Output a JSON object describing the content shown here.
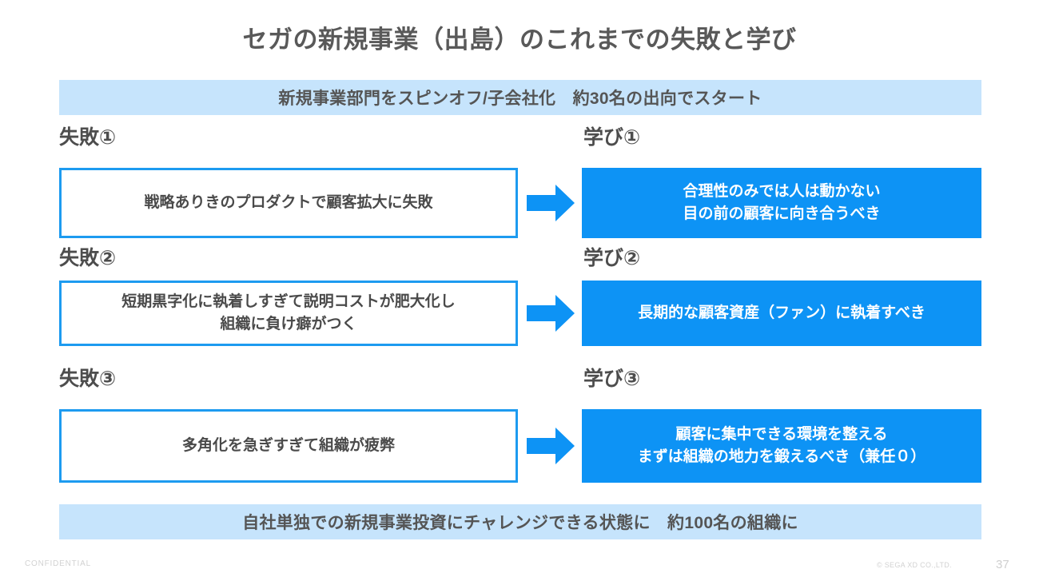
{
  "slide": {
    "title": "セガの新規事業（出島）のこれまでの失敗と学び",
    "top_banner": "新規事業部門をスピンオフ/子会社化　約30名の出向でスタート",
    "bottom_banner": "自社単独での新規事業投資にチャレンジできる状態に　約100名の組織に"
  },
  "columns": {
    "failure_heads": [
      "失敗①",
      "失敗②",
      "失敗③"
    ],
    "learning_heads": [
      "学び①",
      "学び②",
      "学び③"
    ]
  },
  "rows": [
    {
      "failure_head": "失敗①",
      "failure_text_line1": "戦略ありきのプロダクトで顧客拡大に失敗",
      "failure_text_line2": "",
      "learning_head": "学び①",
      "learning_text_line1": "合理性のみでは人は動かない",
      "learning_text_line2": "目の前の顧客に向き合うべき",
      "arrow": "right-arrow-icon"
    },
    {
      "failure_head": "失敗②",
      "failure_text_line1": "短期黒字化に執着しすぎて説明コストが肥大化し",
      "failure_text_line2": "組織に負け癖がつく",
      "learning_head": "学び②",
      "learning_text_line1": "長期的な顧客資産（ファン）に執着すべき",
      "learning_text_line2": "",
      "arrow": "right-arrow-icon"
    },
    {
      "failure_head": "失敗③",
      "failure_text_line1": "多角化を急ぎすぎて組織が疲弊",
      "failure_text_line2": "",
      "learning_head": "学び③",
      "learning_text_line1": "顧客に集中できる環境を整える",
      "learning_text_line2": "まずは組織の地力を鍛えるべき（兼任０）",
      "arrow": "right-arrow-icon"
    }
  ],
  "footer": {
    "confidential": "CONFIDENTIAL",
    "copyright": "© SEGA XD CO.,LTD.",
    "page_number": "37"
  },
  "colors": {
    "accent_blue": "#0d93f5",
    "border_blue": "#1d9bf0",
    "banner_blue": "#c6e4fc",
    "text_gray": "#4a4a4a",
    "title_gray": "#595959",
    "footer_gray": "#d2d2d2"
  }
}
